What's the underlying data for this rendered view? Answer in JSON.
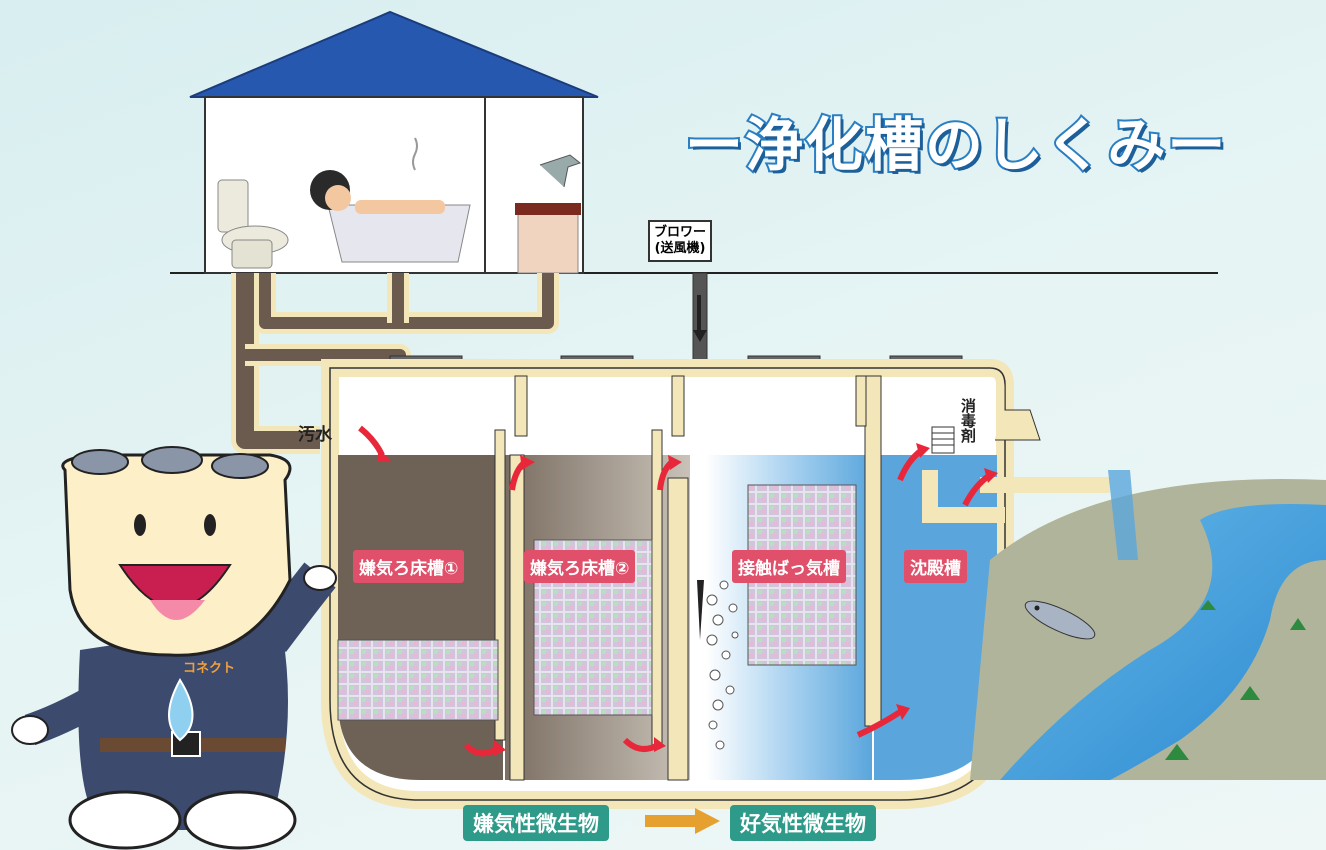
{
  "title": "ー浄化槽のしくみー",
  "blower": {
    "line1": "ブロワー",
    "line2": "(送風機)"
  },
  "inflow_label": "汚水",
  "disinfectant_label": "消毒剤",
  "tanks": [
    "嫌気ろ床槽①",
    "嫌気ろ床槽②",
    "接触ばっ気槽",
    "沈殿槽"
  ],
  "microbes": {
    "from": "嫌気性微生物",
    "to": "好気性微生物"
  },
  "mascot_name": "コネクト",
  "colors": {
    "title_outline": "#2a7fc4",
    "roof": "#2758b0",
    "pipe": "#6b5a4e",
    "pipe_border": "#f3e6b8",
    "anaerobic": "#6e6155",
    "aerobic": "#5aa6dc",
    "label_pink": "#e0506a",
    "label_green": "#2e9a8a",
    "arrow_red": "#e8283a",
    "arrow_orange": "#e6a030",
    "river": "#3a98d8",
    "mascot_body": "#3c4a6e"
  }
}
